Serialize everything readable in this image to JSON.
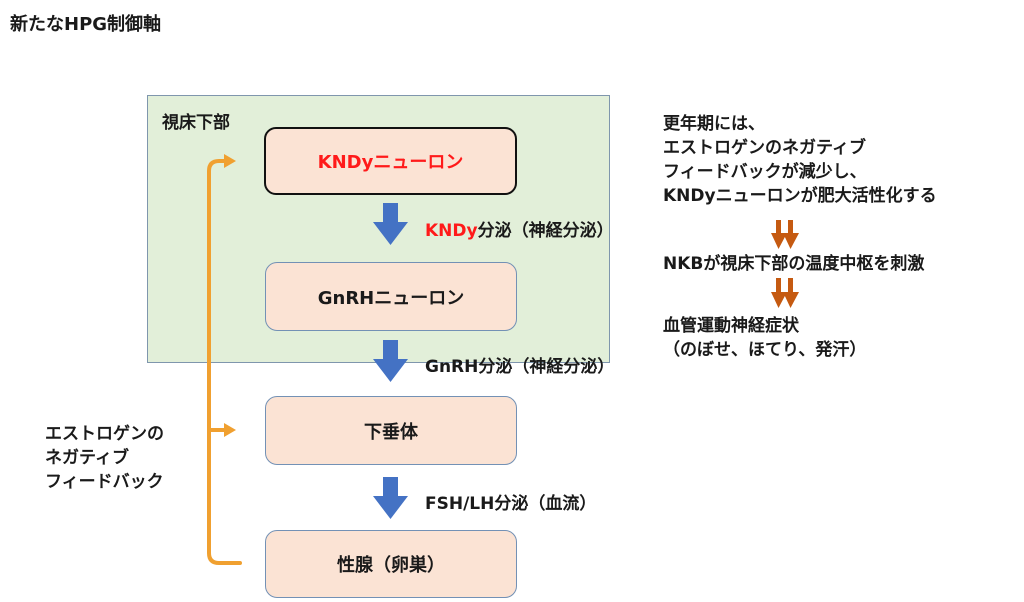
{
  "title": "新たなHPG制御軸",
  "hypothalamus_label": "視床下部",
  "boxes": {
    "kndy": "KNDyニューロン",
    "gnrh": "GnRHニューロン",
    "pituitary": "下垂体",
    "gonad": "性腺（卵巣）"
  },
  "secretions": {
    "kndy_prefix": "KNDy",
    "kndy_suffix": "分泌（神経分泌）",
    "gnrh": "GnRH分泌（神経分泌）",
    "fsh_lh": "FSH/LH分泌（血流）"
  },
  "feedback_label": [
    "エストロゲンの",
    "ネガティブ",
    "フィードバック"
  ],
  "menopause_note": [
    "更年期には、",
    "エストロゲンのネガティブ",
    "フィードバックが減少し、",
    "KNDyニューロンが肥大活性化する"
  ],
  "nkb_note": "NKBが視床下部の温度中枢を刺激",
  "symptom_note": [
    "血管運動神経症状",
    "（のぼせ、ほてり、発汗）"
  ],
  "colors": {
    "hypothalamus_bg": "#e2efd9",
    "box_fill": "#fbe3d4",
    "kndy_text": "#ff1a1a",
    "down_arrow": "#4472c4",
    "feedback_arrow": "#f0a030",
    "effect_arrow": "#c55a11"
  }
}
